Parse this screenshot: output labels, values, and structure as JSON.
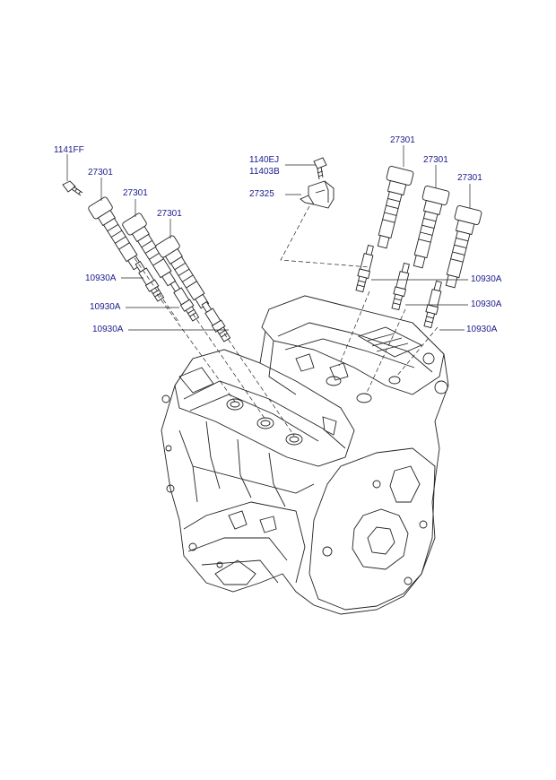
{
  "labels": {
    "bolt_1141ff": "1141FF",
    "bolt_1140ej": "1140EJ",
    "bolt_11403b": "11403B",
    "bracket_27325": "27325",
    "coil_left_1": "27301",
    "coil_left_2": "27301",
    "coil_left_3": "27301",
    "coil_right_1": "27301",
    "coil_right_2": "27301",
    "coil_right_3": "27301",
    "plug_left_1": "10930A",
    "plug_left_2": "10930A",
    "plug_left_3": "10930A",
    "plug_right_1": "10930A",
    "plug_right_2": "10930A",
    "plug_right_3": "10930A"
  },
  "colors": {
    "label": "#1a1a8c",
    "line": "#222222",
    "background": "#ffffff"
  }
}
